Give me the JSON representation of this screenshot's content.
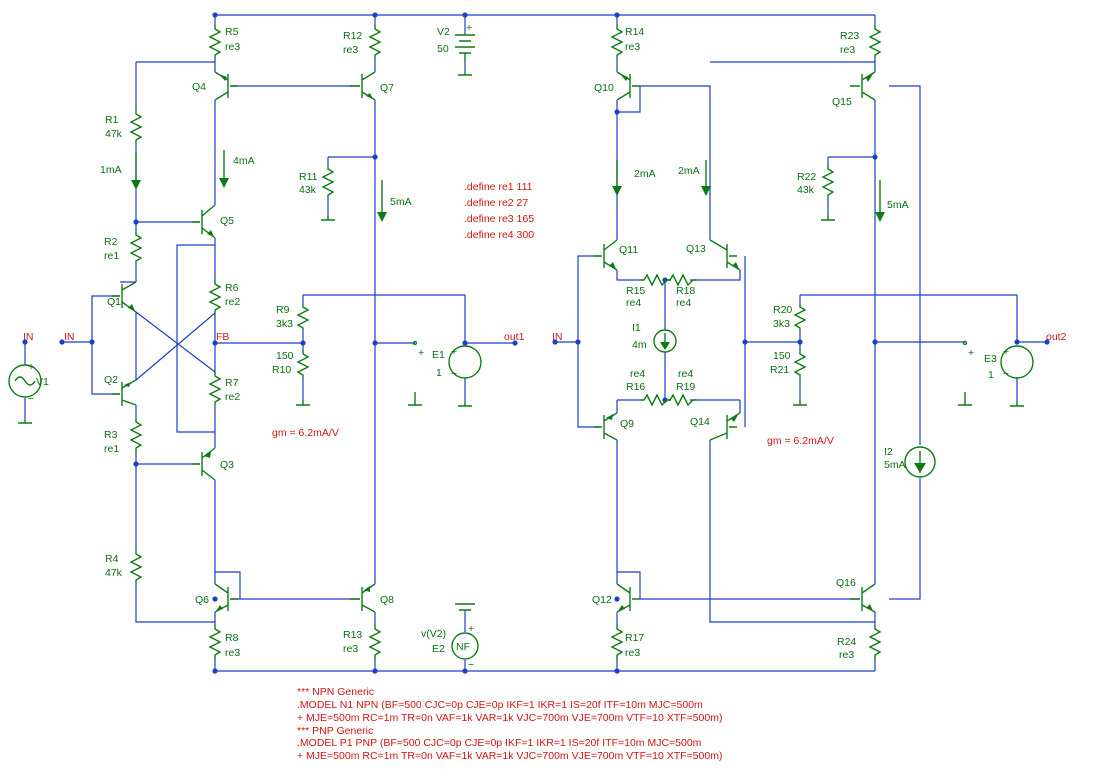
{
  "nets": {
    "in_label": "IN",
    "fb_label": "FB",
    "out1_label": "out1",
    "out2_label": "out2"
  },
  "resistors": [
    {
      "ref": "R5",
      "value": "re3"
    },
    {
      "ref": "R12",
      "value": "re3"
    },
    {
      "ref": "R14",
      "value": "re3"
    },
    {
      "ref": "R23",
      "value": "re3"
    },
    {
      "ref": "R1",
      "value": "47k"
    },
    {
      "ref": "R11",
      "value": "43k"
    },
    {
      "ref": "R22",
      "value": "43k"
    },
    {
      "ref": "R2",
      "value": "re1"
    },
    {
      "ref": "R6",
      "value": "re2"
    },
    {
      "ref": "R9",
      "value": "3k3"
    },
    {
      "ref": "R10",
      "value": "150"
    },
    {
      "ref": "R7",
      "value": "re2"
    },
    {
      "ref": "R3",
      "value": "re1"
    },
    {
      "ref": "R4",
      "value": "47k"
    },
    {
      "ref": "R8",
      "value": "re3"
    },
    {
      "ref": "R13",
      "value": "re3"
    },
    {
      "ref": "R15",
      "value": "re4"
    },
    {
      "ref": "R18",
      "value": "re4"
    },
    {
      "ref": "R16",
      "value": "re4"
    },
    {
      "ref": "R19",
      "value": "re4"
    },
    {
      "ref": "R20",
      "value": "3k3"
    },
    {
      "ref": "R21",
      "value": "150"
    },
    {
      "ref": "R17",
      "value": "re3"
    },
    {
      "ref": "R24",
      "value": "re3"
    }
  ],
  "transistors": [
    "Q1",
    "Q2",
    "Q3",
    "Q4",
    "Q5",
    "Q6",
    "Q7",
    "Q8",
    "Q9",
    "Q10",
    "Q11",
    "Q12",
    "Q13",
    "Q14",
    "Q15",
    "Q16"
  ],
  "sources": [
    {
      "ref": "V1",
      "value": ""
    },
    {
      "ref": "V2",
      "value": "50"
    },
    {
      "ref": "E1",
      "value": "1"
    },
    {
      "ref": "E2",
      "value": "v(V2)"
    },
    {
      "ref": "E3",
      "value": "1"
    },
    {
      "ref": "I1",
      "value": "4m"
    },
    {
      "ref": "I2",
      "value": "5mA"
    }
  ],
  "e2_symbol": "NF",
  "currents": {
    "left_1mA": "1mA",
    "left_4mA": "4mA",
    "left_5mA": "5mA",
    "right_2mA_a": "2mA",
    "right_2mA_b": "2mA",
    "right_5mA": "5mA"
  },
  "gm_left": "gm = 6.2mA/V",
  "gm_right": "gm = 6.2mA/V",
  "defines": [
    ".define re1 111",
    ".define re2 27",
    ".define re3 165",
    ".define re4 300"
  ],
  "models": [
    "*** NPN Generic",
    ".MODEL N1 NPN (BF=500 CJC=0p CJE=0p IKF=1 IKR=1 IS=20f ITF=10m MJC=500m",
    "+ MJE=500m RC=1m TR=0n VAF=1k VAR=1k VJC=700m VJE=700m VTF=10 XTF=500m)",
    "*** PNP Generic",
    ".MODEL P1 PNP (BF=500 CJC=0p CJE=0p IKF=1 IKR=1 IS=20f ITF=10m MJC=500m",
    "+ MJE=500m RC=1m TR=0n VAF=1k VAR=1k VJC=700m VJE=700m VTF=10 XTF=500m)"
  ]
}
